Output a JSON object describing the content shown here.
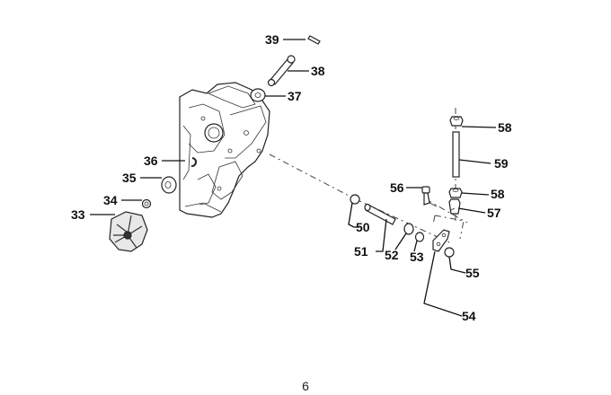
{
  "diagram": {
    "type": "exploded-parts-view",
    "callouts": [
      {
        "id": "39",
        "label": "39"
      },
      {
        "id": "38",
        "label": "38"
      },
      {
        "id": "37",
        "label": "37"
      },
      {
        "id": "36",
        "label": "36"
      },
      {
        "id": "35",
        "label": "35"
      },
      {
        "id": "34",
        "label": "34"
      },
      {
        "id": "33",
        "label": "33"
      },
      {
        "id": "58a",
        "label": "58"
      },
      {
        "id": "59",
        "label": "59"
      },
      {
        "id": "56",
        "label": "56"
      },
      {
        "id": "58b",
        "label": "58"
      },
      {
        "id": "57",
        "label": "57"
      },
      {
        "id": "50",
        "label": "50"
      },
      {
        "id": "51",
        "label": "51"
      },
      {
        "id": "52",
        "label": "52"
      },
      {
        "id": "53",
        "label": "53"
      },
      {
        "id": "55",
        "label": "55"
      },
      {
        "id": "54",
        "label": "54"
      }
    ]
  },
  "page": {
    "number": "6"
  }
}
